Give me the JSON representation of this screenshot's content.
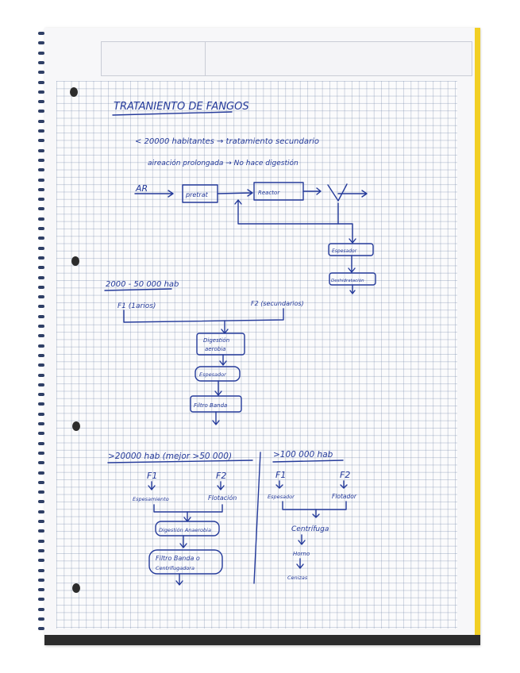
{
  "notes": {
    "title": "TRATANIENTO DE FANGOS",
    "small_plant": {
      "line1": "< 20000 habitantes → tratamiento secundario",
      "line2": "aireación prolongada → No hace digestión",
      "ar_label": "AR",
      "pretrat_label": "pretrat",
      "reactor_label": "Reactor",
      "espesador_label": "Espesador",
      "deshidratacion_label": "Deshidratación"
    },
    "medium_plant": {
      "range": "2000 - 50 000 hab",
      "f1": "F1 (1arios)",
      "f2": "F2 (secundarios)",
      "digestion_line1": "Digestión",
      "digestion_line2": "aerobia",
      "espesador": "Espesador",
      "filtro": "Filtro Banda"
    },
    "large_plant": {
      "range": ">20000 hab (mejor >50 000)",
      "f1": "F1",
      "f2": "F2",
      "espesamiento": "Espesamiento",
      "flotacion": "Flotación",
      "digestion": "Digestión Anaerobia",
      "filtro_line1": "Filtro Banda o",
      "filtro_line2": "Centrífugadora"
    },
    "very_large_plant": {
      "range": ">100 000 hab",
      "f1": "F1",
      "f2": "F2",
      "espesador": "Espesador",
      "flotador": "Flotador",
      "centrifuga": "Centrífuga",
      "horno": "Horno",
      "cenizas": "Cenizas"
    }
  },
  "colors": {
    "ink": "#243a9a",
    "paper": "#f7f7f9",
    "grid": "#8a9ab8",
    "binding": "#f2cf24"
  }
}
